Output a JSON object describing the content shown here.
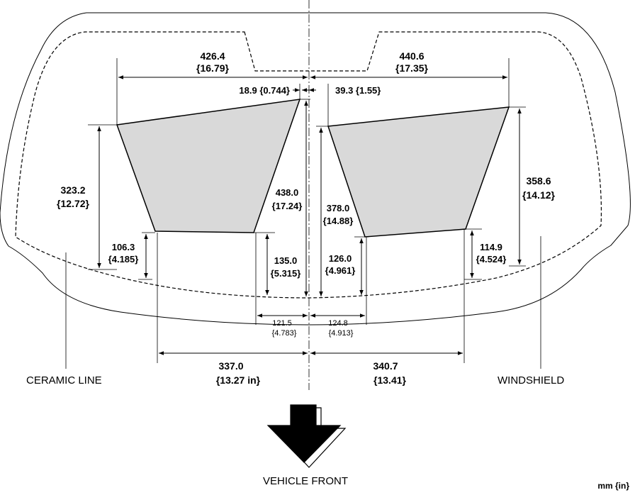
{
  "labels": {
    "ceramic_line": "CERAMIC LINE",
    "windshield": "WINDSHIELD",
    "vehicle_front": "VEHICLE FRONT",
    "units": "mm {in}"
  },
  "colors": {
    "pad_fill": "#d9d9d9",
    "line": "#000000",
    "background": "#ffffff"
  },
  "icons": {
    "direction_arrow": "down-arrow-icon"
  },
  "dimensions": {
    "top_left_width": [
      "426.4",
      "{16.79}"
    ],
    "top_right_width": [
      "440.6",
      "{17.35}"
    ],
    "center_gap_left": "18.9 {0.744}",
    "center_gap_right": "39.3 {1.55}",
    "left_height_outer": [
      "323.2",
      "{12.72}"
    ],
    "left_height_inner": [
      "438.0",
      "{17.24}"
    ],
    "left_bottom_outer": [
      "106.3",
      "{4.185}"
    ],
    "left_bottom_inner": [
      "135.0",
      "{5.315}"
    ],
    "right_height_inner": [
      "378.0",
      "{14.88}"
    ],
    "right_height_outer": [
      "358.6",
      "{14.12}"
    ],
    "right_bottom_inner": [
      "126.0",
      "{4.961}"
    ],
    "right_bottom_outer": [
      "114.9",
      "{4.524}"
    ],
    "left_center_offset": [
      "121.5",
      "{4.783}"
    ],
    "right_center_offset": [
      "124.8",
      "{4.913}"
    ],
    "left_lower_width": [
      "337.0",
      "{13.27 in}"
    ],
    "right_lower_width": [
      "340.7",
      "{13.41}"
    ]
  }
}
